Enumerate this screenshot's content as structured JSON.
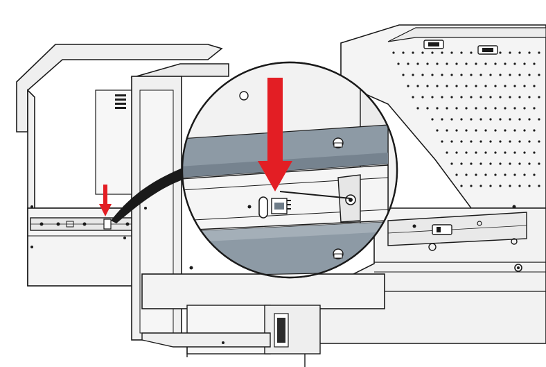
{
  "figure": {
    "kind": "technical-assembly-illustration",
    "callout": "magnified-detail-circle",
    "indicator": "downward-arrow"
  },
  "colors": {
    "line": "#1a1a1a",
    "panel": "#f2f2f2",
    "panel_shade": "#e4e4e4",
    "rail_blue_gray": "#8d9aa5",
    "rail_dark": "#6e7c88",
    "arrow_red": "#e31e24",
    "background": "#ffffff"
  },
  "icons": {
    "arrow": "arrow-down-icon",
    "lock": "release-lever-icon"
  }
}
